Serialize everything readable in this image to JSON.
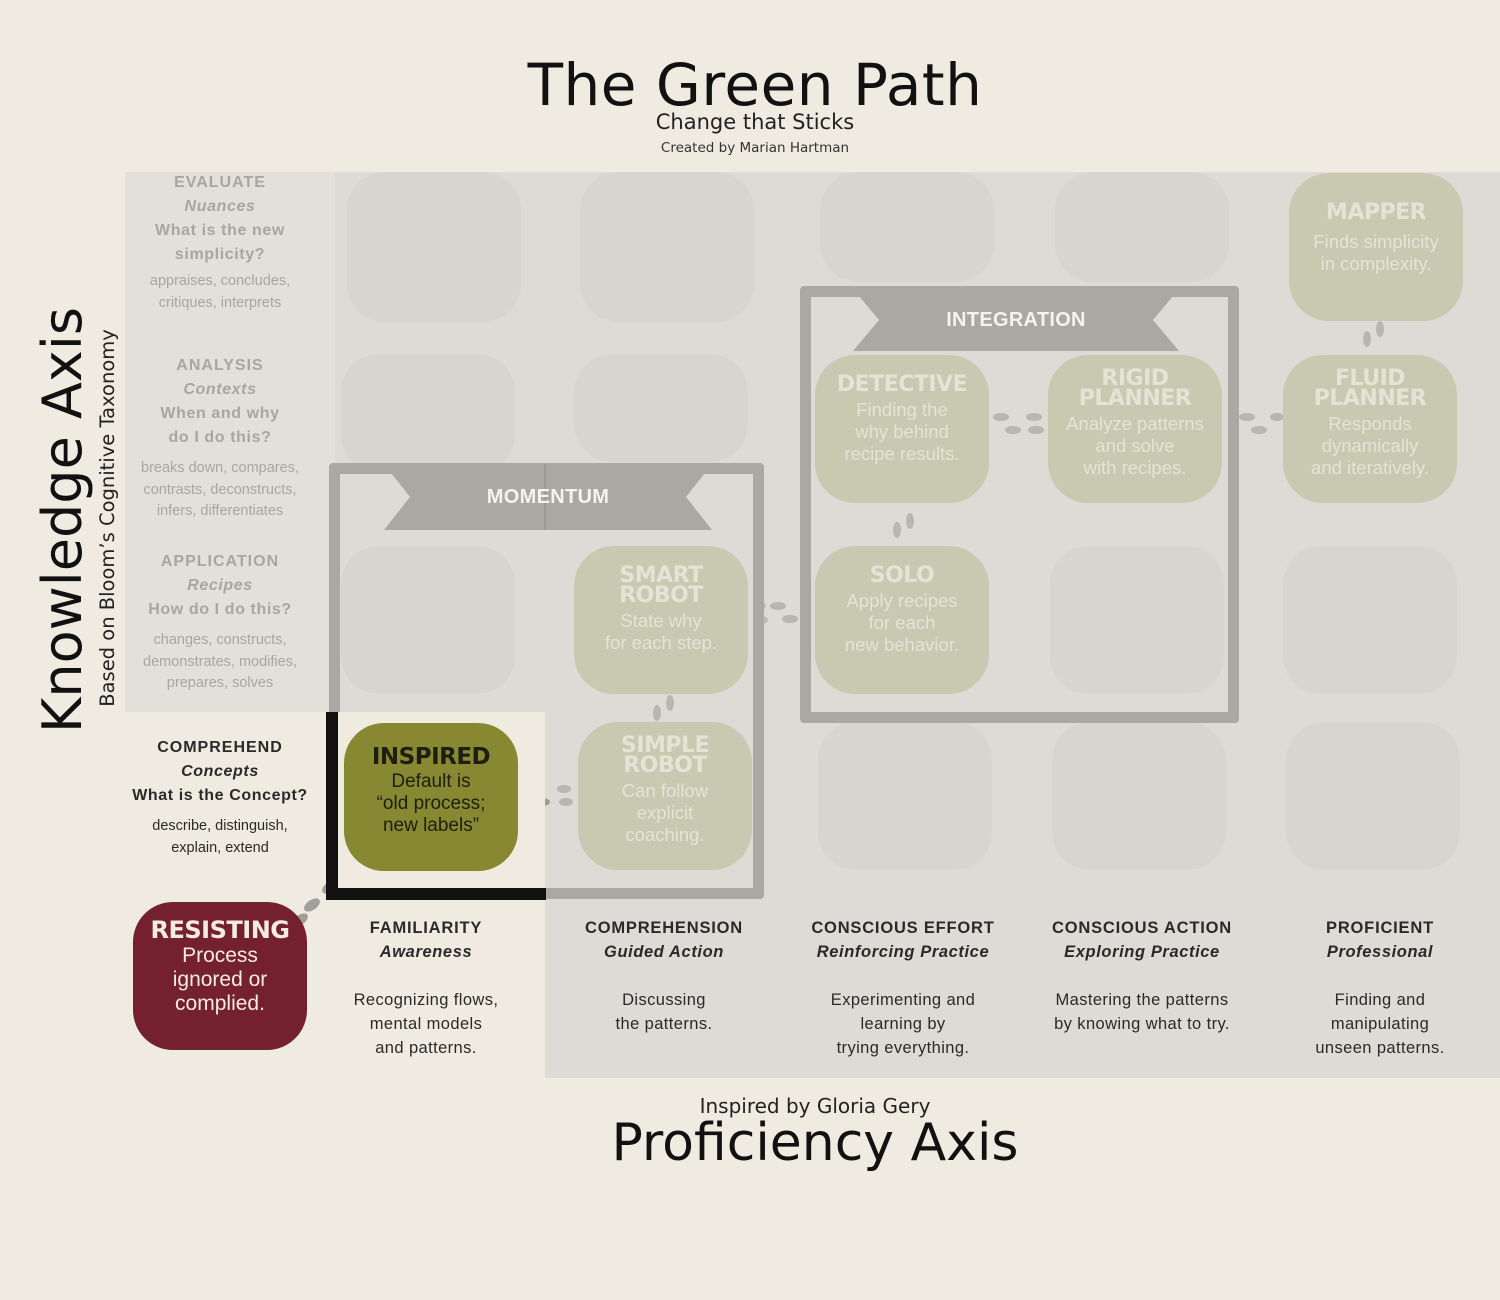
{
  "header": {
    "title": "The Green Path",
    "subtitle": "Change that Sticks",
    "credit": "Created by Marian Hartman"
  },
  "knowledge_axis": {
    "title": "Knowledge Axis",
    "subtitle": "Based on Bloom’s Cognitive Taxonomy",
    "levels": [
      {
        "name": "EVALUATE",
        "focus": "Nuances",
        "question_1": "What is the new",
        "question_2": "simplicity?",
        "verbs_1": "appraises, concludes,",
        "verbs_2": "critiques, interprets"
      },
      {
        "name": "ANALYSIS",
        "focus": "Contexts",
        "question_1": "When and why",
        "question_2": "do I do this?",
        "verbs_1": "breaks down, compares,",
        "verbs_2": "contrasts, deconstructs,",
        "verbs_3": "infers, differentiates"
      },
      {
        "name": "APPLICATION",
        "focus": "Recipes",
        "question_1": "How do I do this?",
        "verbs_1": "changes, constructs,",
        "verbs_2": "demonstrates, modifies,",
        "verbs_3": "prepares, solves"
      },
      {
        "name": "COMPREHEND",
        "focus": "Concepts",
        "question_1": "What is the Concept?",
        "verbs_1": "describe, distinguish,",
        "verbs_2": "explain, extend"
      }
    ]
  },
  "proficiency_axis": {
    "inspired_by": "Inspired by Gloria Gery",
    "title": "Proficiency Axis",
    "levels": [
      {
        "name": "FAMILIARITY",
        "focus": "Awareness",
        "d1": "Recognizing flows,",
        "d2": "mental models",
        "d3": "and patterns."
      },
      {
        "name": "COMPREHENSION",
        "focus": "Guided Action",
        "d1": "Discussing",
        "d2": "the patterns."
      },
      {
        "name": "CONSCIOUS EFFORT",
        "focus": "Reinforcing Practice",
        "d1": "Experimenting and",
        "d2": "learning by",
        "d3": "trying everything."
      },
      {
        "name": "CONSCIOUS ACTION",
        "focus": "Exploring Practice",
        "d1": "Mastering the patterns",
        "d2": "by knowing what to try."
      },
      {
        "name": "PROFICIENT",
        "focus": "Professional",
        "d1": "Finding and",
        "d2": "manipulating",
        "d3": "unseen patterns."
      }
    ]
  },
  "stages": {
    "resisting": {
      "title": "RESISTING",
      "l1": "Process",
      "l2": "ignored or",
      "l3": "complied."
    },
    "inspired": {
      "title": "INSPIRED",
      "l1": "Default is",
      "l2": "“old process;",
      "l3": "new labels”"
    },
    "simple_robot": {
      "t1": "SIMPLE",
      "t2": "ROBOT",
      "l1": "Can follow",
      "l2": "explicit",
      "l3": "coaching."
    },
    "smart_robot": {
      "t1": "SMART",
      "t2": "ROBOT",
      "l1": "State why",
      "l2": "for each step."
    },
    "solo": {
      "title": "SOLO",
      "l1": "Apply recipes",
      "l2": "for each",
      "l3": "new behavior."
    },
    "detective": {
      "title": "DETECTIVE",
      "l1": "Finding the",
      "l2": "why behind",
      "l3": "recipe results."
    },
    "rigid_planner": {
      "t1": "RIGID",
      "t2": "PLANNER",
      "l1": "Analyze patterns",
      "l2": "and solve",
      "l3": "with recipes."
    },
    "fluid_planner": {
      "t1": "FLUID",
      "t2": "PLANNER",
      "l1": "Responds",
      "l2": "dynamically",
      "l3": "and iteratively."
    },
    "mapper": {
      "title": "MAPPER",
      "l1": "Finds simplicity",
      "l2": "in complexity."
    }
  },
  "groups": {
    "momentum": "MOMENTUM",
    "integration": "INTEGRATION"
  },
  "colors": {
    "background": "#efebe0",
    "grid_panel": "#dcdbd5",
    "resisting": "#74202e",
    "inspired": "#878831",
    "faded_stage": "#c9c9b2",
    "ribbon": "#a9a8a2",
    "frame": "#a9a8a2"
  }
}
